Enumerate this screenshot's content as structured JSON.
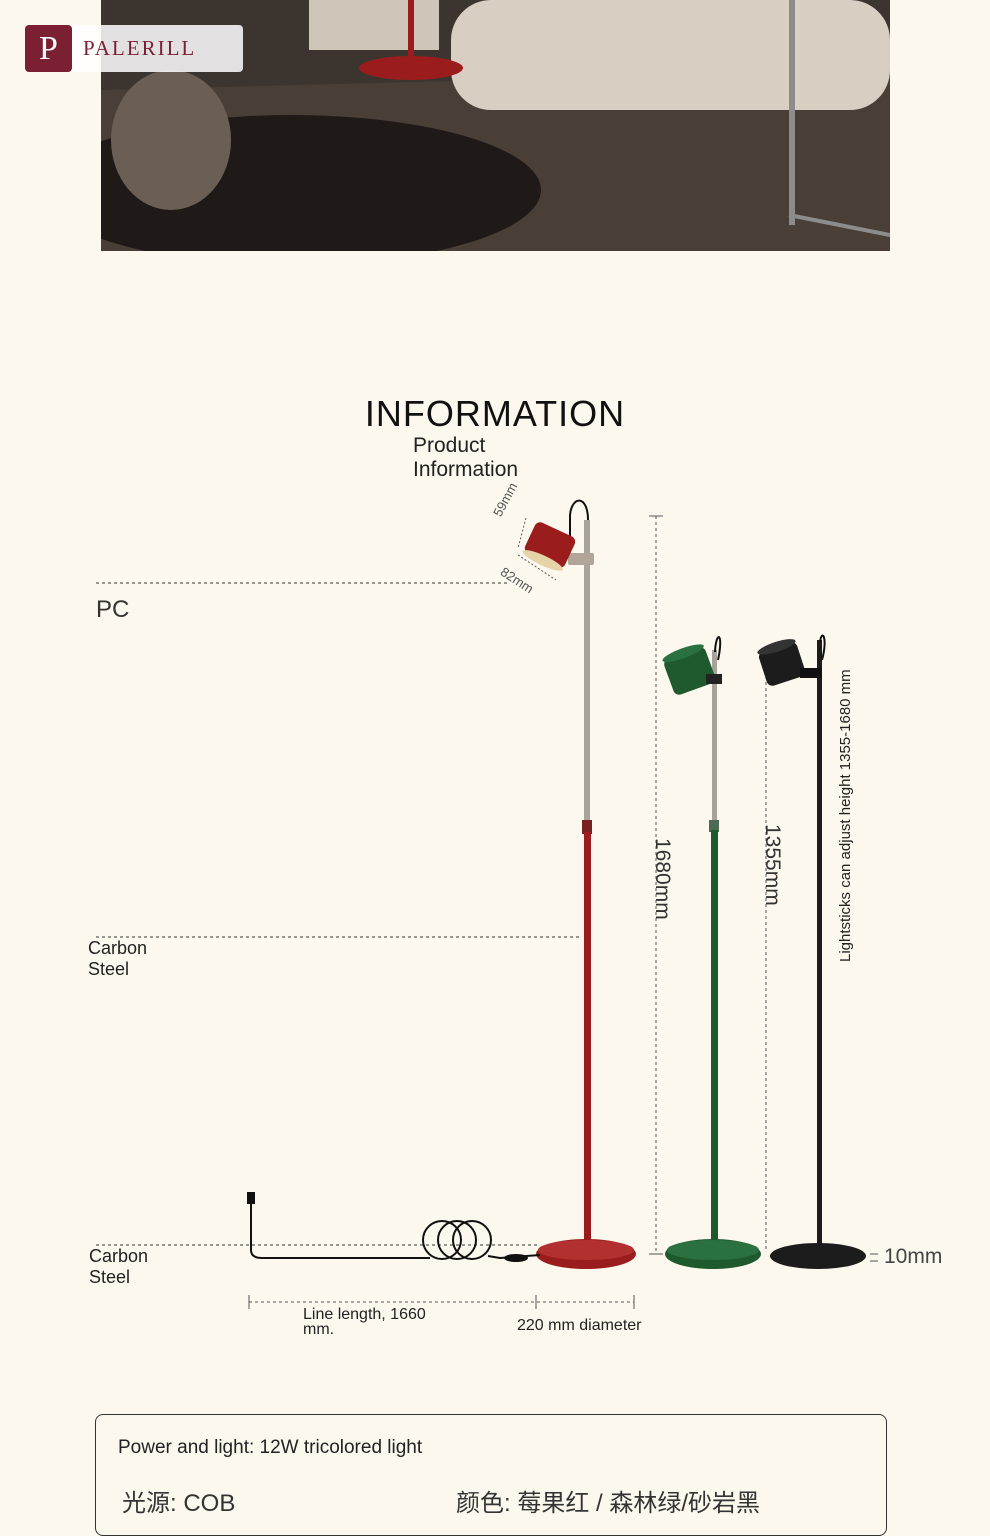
{
  "brand": {
    "initial": "P",
    "name": "PALERILL"
  },
  "section": {
    "title": "INFORMATION",
    "subtitle": "Product Information"
  },
  "materials": {
    "shade": "PC",
    "pole": "Carbon Steel",
    "base": "Carbon Steel"
  },
  "dimensions": {
    "shade_height": "59mm",
    "shade_diameter": "82mm",
    "max_height": "1680mm",
    "min_height": "1355mm",
    "adjust_note": "Lightsticks can adjust height 1355-1680 mm",
    "base_thickness": "10mm",
    "cord_length": "Line length, 1660 mm.",
    "base_diameter": "220 mm diameter"
  },
  "specs": {
    "power": "Power and light: 12W tricolored light",
    "light_source": "光源: COB",
    "colors": "颜色: 莓果红 / 森林绿/砂岩黑"
  },
  "colors": {
    "red": "#9b1c1c",
    "green": "#1f5a2e",
    "black": "#1c1c1c",
    "brand": "#7b1f32"
  }
}
